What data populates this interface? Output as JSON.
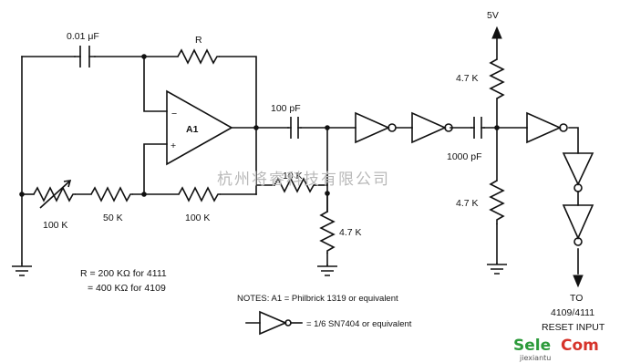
{
  "labels": {
    "c1": "0.01 μF",
    "r_feedback": "R",
    "opamp": "A1",
    "opamp_minus": "−",
    "opamp_plus": "+",
    "c2": "100 pF",
    "r_10k": "10 K",
    "r_100k_pot": "100 K",
    "r_50k": "50 K",
    "r_100k": "100 K",
    "r_4k7_a": "4.7 K",
    "supply": "5V",
    "r_4k7_top": "4.7 K",
    "c3": "1000 pF",
    "r_4k7_bottom": "4.7 K"
  },
  "notes": {
    "r_line1": "R = 200 KΩ for 4111",
    "r_line2": "= 400 KΩ for 4109",
    "notes_line1": "NOTES: A1  = Philbrick 1319 or equivalent",
    "notes_line2": "= 1/6 SN7404 or equivalent"
  },
  "output": {
    "line1": "TO",
    "line2": "4109/4111",
    "line3": "RESET INPUT"
  },
  "watermark": {
    "text": "杭州将睿科技有限公司",
    "logo_main": "Sele",
    "logo_sub": "Com",
    "logo_site": "jiexiantu"
  }
}
